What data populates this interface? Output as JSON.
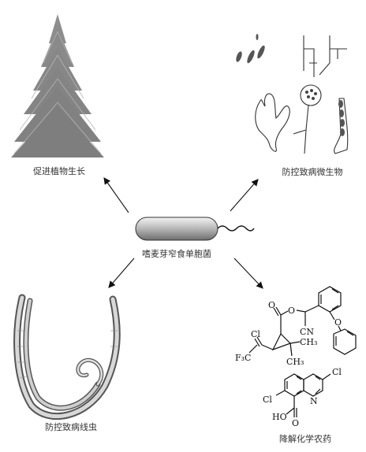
{
  "center": {
    "label": "嗜麦芽窄食单胞菌"
  },
  "outcomes": {
    "promote_growth": "促进植物生长",
    "control_pathogenic_microbes": "防控致病微生物",
    "control_nematodes": "防控致病线虫",
    "degrade_pesticides": "降解化学农药"
  },
  "chemicals": {
    "cl_upper": "Cl",
    "f3c": "F₃C",
    "cn": "CN",
    "ch3_a": "CH₃",
    "ch3_b": "CH₃",
    "o_ester": "O",
    "o_carbonyl": "O",
    "o_ether": "O",
    "cl_right": "Cl",
    "cl_left": "Cl",
    "n": "N",
    "cooh": "HO",
    "cooh_o": "O"
  }
}
